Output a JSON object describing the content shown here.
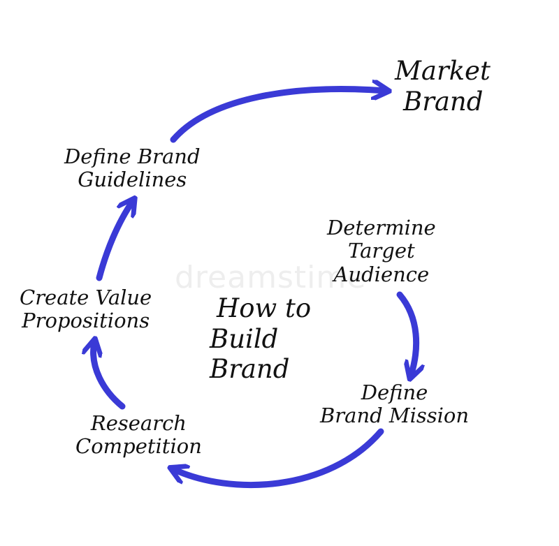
{
  "diagram": {
    "center_title": [
      "How to",
      "Build",
      "Brand"
    ],
    "steps": [
      {
        "id": "determine-target-audience",
        "lines": [
          "Determine",
          "Target",
          "Audience"
        ]
      },
      {
        "id": "define-brand-mission",
        "lines": [
          "Define",
          "Brand Mission"
        ]
      },
      {
        "id": "research-competition",
        "lines": [
          "Research",
          "Competition"
        ]
      },
      {
        "id": "create-value-propositions",
        "lines": [
          "Create Value",
          "Propositions"
        ]
      },
      {
        "id": "define-brand-guidelines",
        "lines": [
          "Define Brand",
          "Guidelines"
        ]
      },
      {
        "id": "market-brand",
        "lines": [
          "Market",
          "Brand"
        ]
      }
    ],
    "watermark": "dreamstime",
    "arrow_color": "#3a3ad6"
  }
}
